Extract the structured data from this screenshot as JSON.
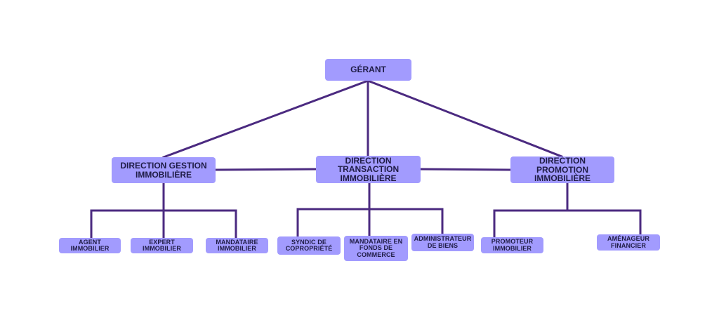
{
  "colors": {
    "node_fill": "#a29bfe",
    "connector": "#4b2a80",
    "text": "#1f1c45"
  },
  "root": {
    "label": "GÉRANT"
  },
  "directions": [
    {
      "id": "gestion",
      "label": "DIRECTION GESTION IMMOBILIÈRE"
    },
    {
      "id": "transaction",
      "label": "DIRECTION TRANSACTION IMMOBILIÈRE"
    },
    {
      "id": "promotion",
      "label": "DIRECTION PROMOTION IMMOBILIÈRE"
    }
  ],
  "roles": {
    "gestion": [
      "AGENT IMMOBILIER",
      "EXPERT IMMOBILIER",
      "MANDATAIRE IMMOBILIER"
    ],
    "transaction": [
      "SYNDIC DE COPROPRIÉTÉ",
      "MANDATAIRE EN FONDS DE COMMERCE",
      "ADMINISTRATEUR DE BIENS"
    ],
    "promotion": [
      "PROMOTEUR IMMOBILIER",
      "AMÉNAGEUR FINANCIER"
    ]
  }
}
